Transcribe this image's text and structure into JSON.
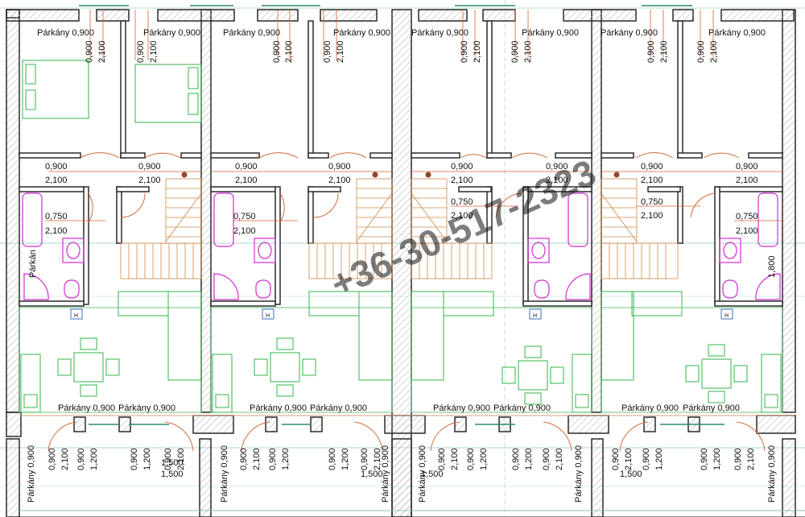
{
  "labels": {
    "parkany": "Párkány 0,900",
    "parkany_short": "Párkán",
    "d0900": "0,900",
    "d2100": "2,100",
    "d0750": "0,750",
    "d1200": "1,200",
    "d1500": "1,500",
    "d1800": "1,800",
    "radiator": "H"
  },
  "watermark": "+36-30-517-2323",
  "colors": {
    "wall": "#2a2a2a",
    "hatch": "#b5b5b5",
    "furniture": "#33b54a",
    "sanitary": "#d22bd2",
    "stair": "#d08a4a",
    "dimension": "#e0602a",
    "grid": "#4aa88a"
  }
}
